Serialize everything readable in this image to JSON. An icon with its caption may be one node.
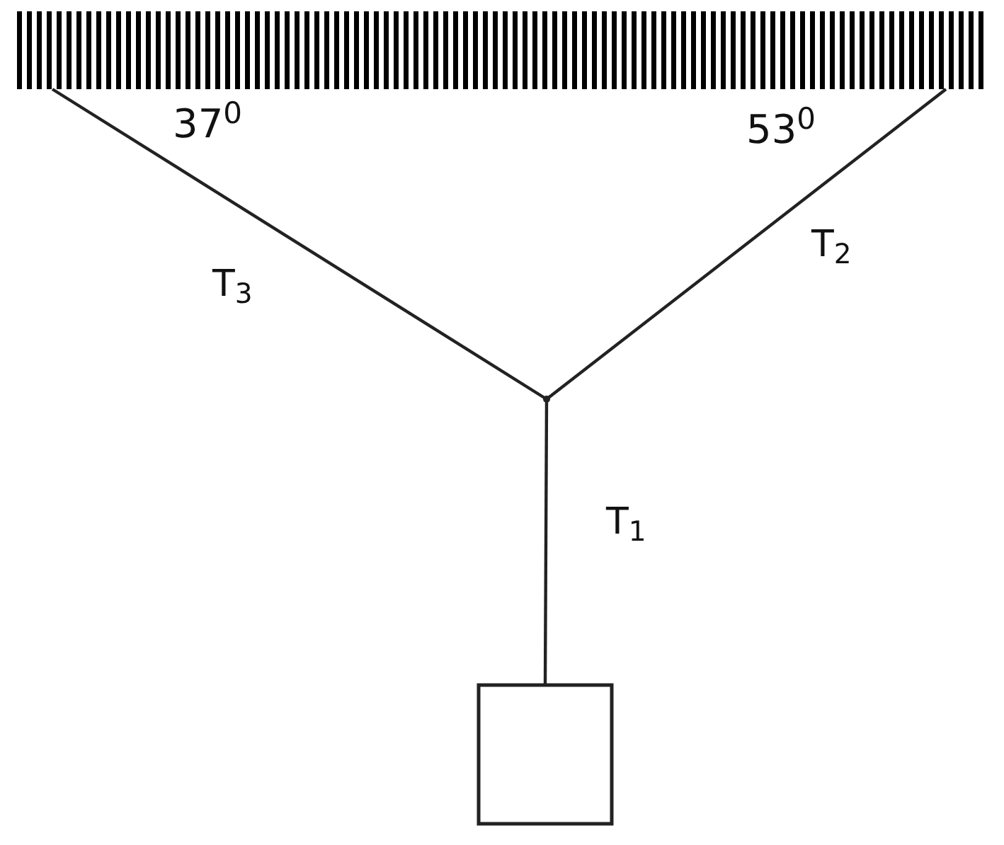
{
  "diagram": {
    "nodes": [
      {
        "text": [],
        "shape": "bar"
      },
      {
        "text": [],
        "shape": "point"
      },
      {
        "text": [],
        "shape": "box"
      }
    ],
    "edges": [
      {
        "from": 0,
        "to": 1,
        "arrow": "none",
        "label": "T$_{3}$"
      },
      {
        "from": 0,
        "to": 1,
        "arrow": "none",
        "label": "T$_{2}$"
      },
      {
        "from": 1,
        "to": 2,
        "arrow": "none",
        "label": "T$_{1}$"
      }
    ],
    "labels": [
      "37$^{0}$",
      "53$^{0}$"
    ]
  }
}
